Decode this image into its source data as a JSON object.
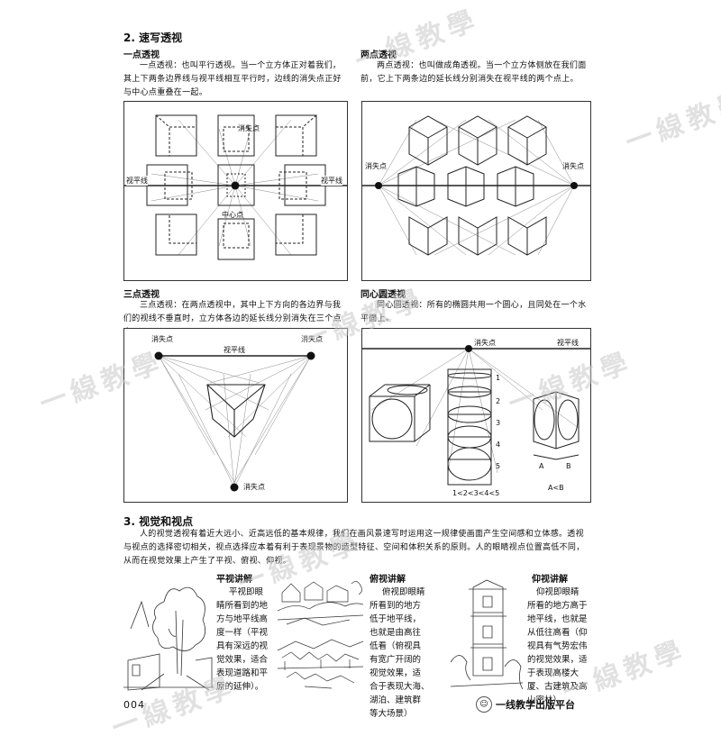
{
  "section2": {
    "title": "2. 速写透视",
    "one_point": {
      "heading": "一点透视",
      "text": "一点透视：也叫平行透视。当一个立方体正对着我们，其上下两条边界线与视平线相互平行时，边线的消失点正好与中心点重叠在一起。",
      "labels": {
        "vanish": "消失点",
        "center": "中心点",
        "horizon_left": "视平线",
        "horizon_right": "视平线"
      }
    },
    "two_point": {
      "heading": "两点透视",
      "text": "两点透视：也叫做成角透视。当一个立方体侧放在我们面前，它上下两条边的延长线分别消失在视平线的两个点上。",
      "labels": {
        "vanish_left": "消失点",
        "vanish_right": "消失点"
      }
    },
    "three_point": {
      "heading": "三点透视",
      "text": "三点透视：在两点透视中，其中上下方向的各边界与我们的视线不垂直时，立方体各边的延长线分别消失在三个点上。",
      "labels": {
        "vanish_left": "消失点",
        "vanish_right": "消失点",
        "horizon": "视平线",
        "vanish_bottom": "消失点"
      }
    },
    "concentric": {
      "heading": "同心圆透视",
      "text": "同心圆透视：所有的椭圆共用一个圆心，且同处在一个水平面上。",
      "labels": {
        "vanish": "消失点",
        "horizon": "视平线",
        "scale_bottom": "1<2<3<4<5",
        "ab_label": "A<B",
        "a": "A",
        "b": "B"
      },
      "scale_numbers": [
        "1",
        "2",
        "3",
        "4",
        "5"
      ]
    }
  },
  "section3": {
    "title": "3. 视觉和视点",
    "text": "人的视觉透视有着近大远小、近高远低的基本规律，我们在画风景速写时运用这一规律使画面产生空间感和立体感。透视与视点的选择密切相关，视点选择应本着有利于表现景物的造型特征、空间和体积关系的原则。人的眼睛视点位置高低不同，从而在视觉效果上产生了平视、俯视、仰视。",
    "eye_level": {
      "heading": "平视讲解",
      "lines": [
        "平视即眼",
        "睛所看到的地",
        "方与地平线高",
        "度一样（平视",
        "具有深远的视",
        "觉效果，适合",
        "表现道路和平",
        "原的延伸）。"
      ]
    },
    "top_view": {
      "heading": "俯视讲解",
      "lines": [
        "俯视即眼睛",
        "所看到的地方",
        "低于地平线，",
        "也就是由高往",
        "低看（俯视具",
        "有宽广开阔的",
        "视觉效果，适",
        "合于表现大海、",
        "湖泊、建筑群",
        "等大场景）"
      ]
    },
    "bottom_view": {
      "heading": "仰视讲解",
      "lines": [
        "仰视即眼睛",
        "所看的地方高于",
        "地平线，也就是",
        "从低往高看（仰",
        "视具有气势宏伟",
        "的视觉效果，适",
        "于表现高楼大",
        "厦、古建筑及高",
        "山密林）。"
      ]
    }
  },
  "footer": {
    "page_number": "004",
    "publisher": "一线教学出版平台"
  },
  "watermark": "一線教學"
}
